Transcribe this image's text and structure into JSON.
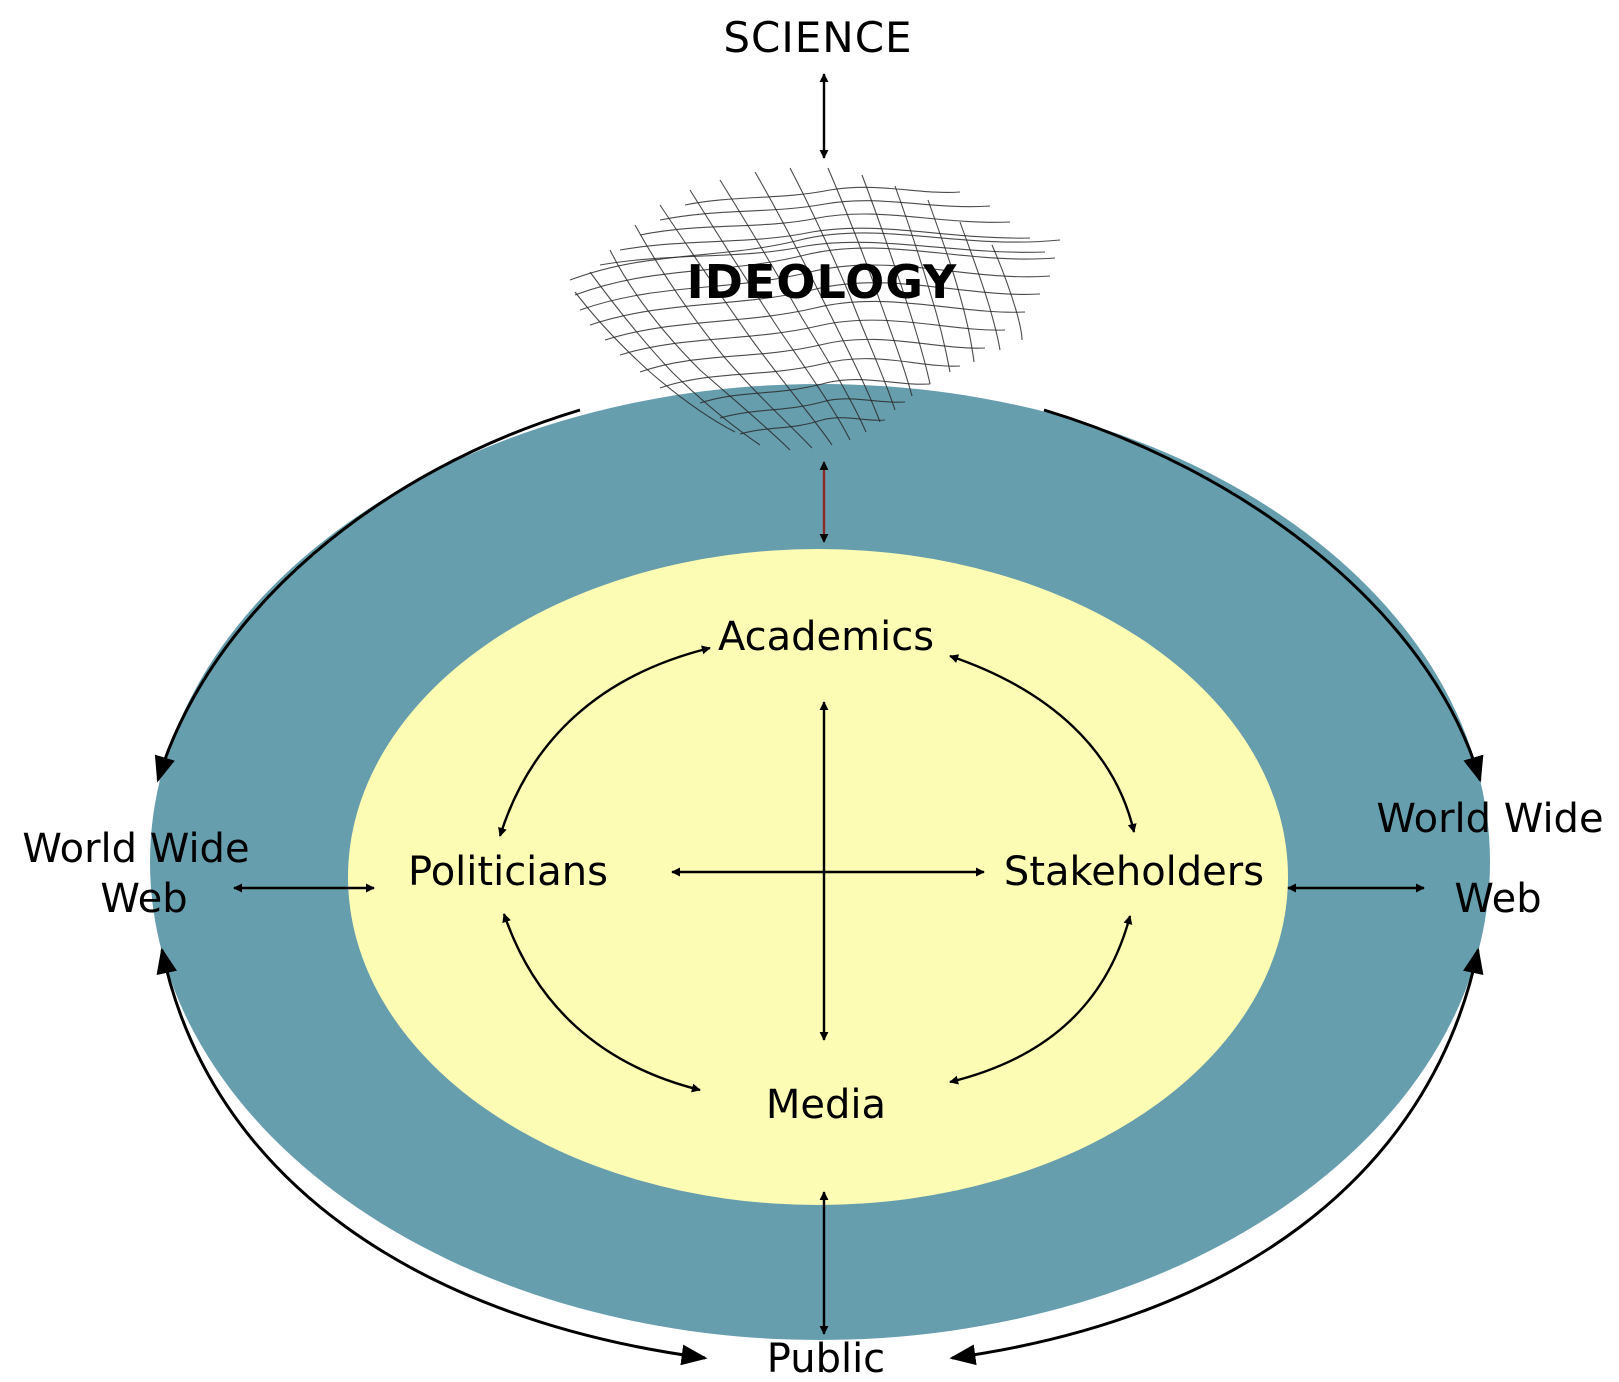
{
  "labels": {
    "science": "SCIENCE",
    "ideology": "IDEOLOGY",
    "academics": "Academics",
    "politicians": "Politicians",
    "stakeholders": "Stakeholders",
    "media": "Media",
    "public": "Public",
    "www_left_line1": "World Wide",
    "www_left_line2": "Web",
    "www_right_line1": "World Wide",
    "www_right_line2": "Web"
  },
  "colors": {
    "outer_ring": "#669eae",
    "inner_core": "#fcfcb4",
    "arrows": "#000000",
    "ideology_link": "#8b2a2a"
  }
}
